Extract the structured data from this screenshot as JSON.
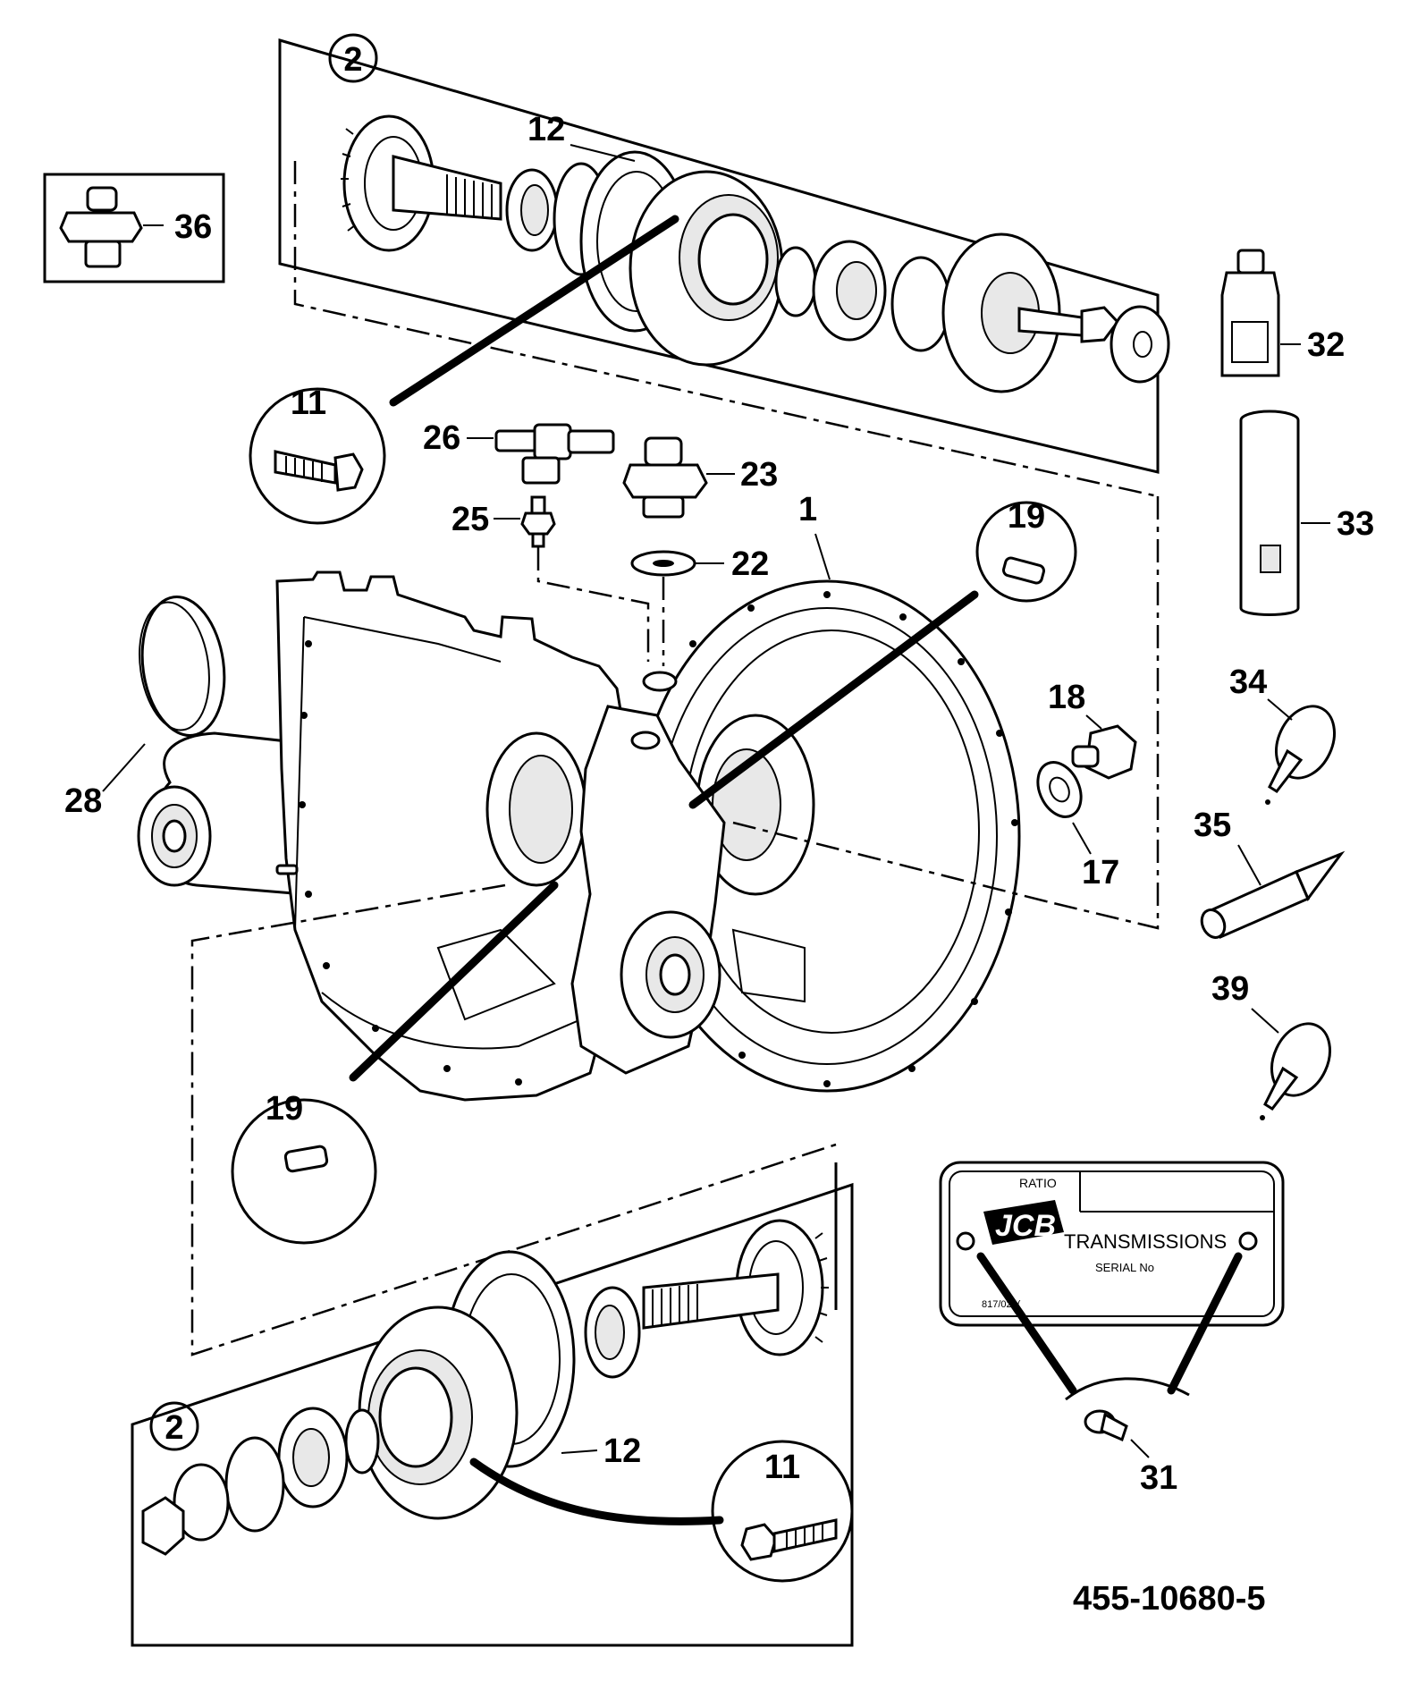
{
  "drawing_number": "455-10680-5",
  "callouts": {
    "c1": "1",
    "c2_top": "2",
    "c2_bottom": "2",
    "c11_top": "11",
    "c11_bottom": "11",
    "c12_top": "12",
    "c12_bottom": "12",
    "c17": "17",
    "c18": "18",
    "c19_right": "19",
    "c19_left": "19",
    "c22": "22",
    "c23": "23",
    "c25": "25",
    "c26": "26",
    "c28": "28",
    "c31": "31",
    "c32": "32",
    "c33": "33",
    "c34": "34",
    "c35": "35",
    "c36": "36",
    "c39": "39"
  },
  "plate": {
    "ratio_label": "RATIO",
    "brand": "JCB",
    "product": "TRANSMISSIONS",
    "serial_label": "SERIAL No",
    "code": "817/029("
  }
}
